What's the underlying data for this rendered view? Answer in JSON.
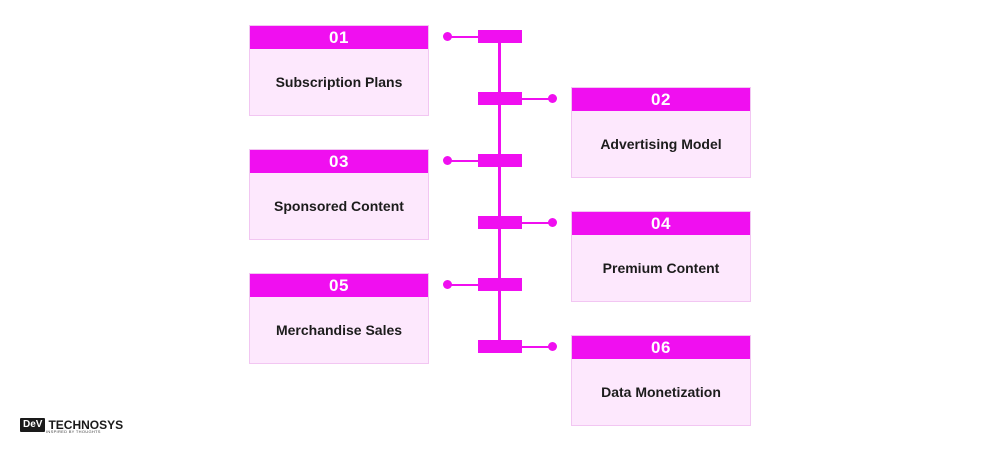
{
  "steps": [
    {
      "num": "01",
      "label": "Subscription Plans"
    },
    {
      "num": "02",
      "label": "Advertising Model"
    },
    {
      "num": "03",
      "label": "Sponsored Content"
    },
    {
      "num": "04",
      "label": "Premium Content"
    },
    {
      "num": "05",
      "label": "Merchandise Sales"
    },
    {
      "num": "06",
      "label": "Data Monetization"
    }
  ],
  "logo": {
    "box": "DeV",
    "word": "TECHNOSYS",
    "tagline": "INSPIRED BY THOUGHTS"
  },
  "colors": {
    "accent": "#f00ff0",
    "card_bg": "#fde8fd",
    "text": "#1c1c1c"
  }
}
